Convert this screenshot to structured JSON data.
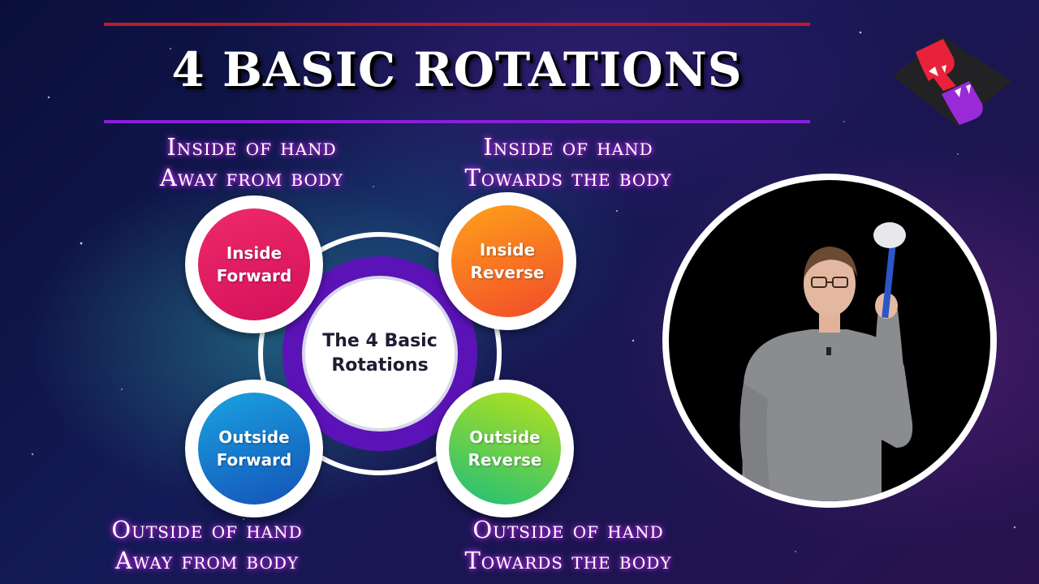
{
  "header": {
    "title": "4 BASIC ROTATIONS"
  },
  "captions": {
    "top_left": [
      "Inside of hand",
      "Away from body"
    ],
    "top_right": [
      "Inside of hand",
      "Towards the body"
    ],
    "bottom_left": [
      "Outside of hand",
      "Away from body"
    ],
    "bottom_right": [
      "Outside of hand",
      "Towards the body"
    ]
  },
  "diagram": {
    "hub": [
      "The 4 Basic",
      "Rotations"
    ],
    "nodes": {
      "inside_forward": [
        "Inside",
        "Forward"
      ],
      "inside_reverse": [
        "Inside",
        "Reverse"
      ],
      "outside_forward": [
        "Outside",
        "Forward"
      ],
      "outside_reverse": [
        "Outside",
        "Reverse"
      ]
    }
  },
  "colors": {
    "rule_top": "#c0182e",
    "rule_bottom": "#8a1fd8",
    "inside_forward": "#e0185e",
    "inside_reverse": "#f77a22",
    "outside_forward": "#1a78cc",
    "outside_reverse": "#4ccf4c",
    "hub_ring": "#5b13b8"
  },
  "video": {
    "subject": "presenter-holding-mallet"
  },
  "logo": {
    "name": "channel-logo"
  }
}
